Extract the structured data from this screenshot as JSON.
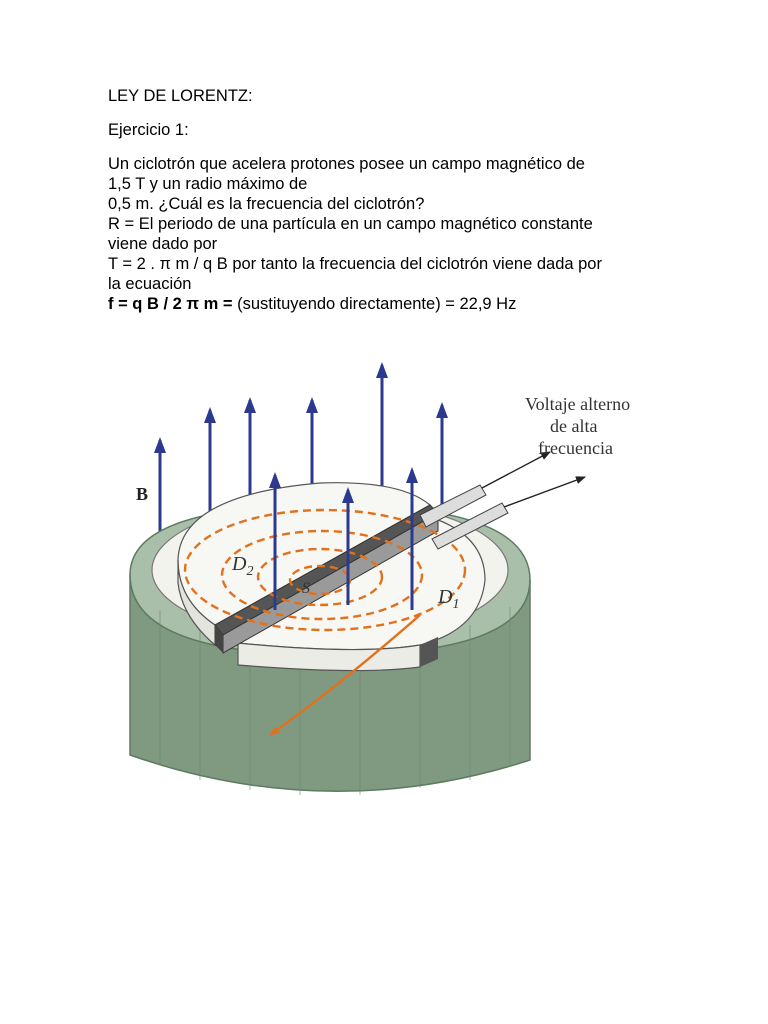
{
  "document": {
    "heading": "LEY DE LORENTZ:",
    "exercise_label": "Ejercicio 1:",
    "lines": [
      "Un ciclotrón que acelera protones posee un campo magnético de",
      "1,5 T y un radio máximo de",
      "0,5 m. ¿Cuál es la frecuencia del ciclotrón?",
      "R = El periodo de una partícula en un campo magnético constante",
      "viene dado por",
      "T = 2 . π m / q B por tanto la frecuencia del ciclotrón viene dada por",
      "la ecuación"
    ],
    "formula_bold": "f = q B / 2 π m =",
    "formula_rest": " (sustituyendo directamente) = 22,9 Hz"
  },
  "figure": {
    "field_label": "B",
    "dee_left_label": "D",
    "dee_left_sub": "2",
    "dee_right_label": "D",
    "dee_right_sub": "1",
    "source_label": "S",
    "voltage_line1": "Voltaje alterno",
    "voltage_line2": "de alta",
    "voltage_line3": "frecuencia",
    "colors": {
      "field_arrows": "#2b3a8f",
      "orbit": "#e2711d",
      "base": "#8fa88f",
      "base_dark": "#6e8a70",
      "dees": "#f6f6f2"
    }
  }
}
